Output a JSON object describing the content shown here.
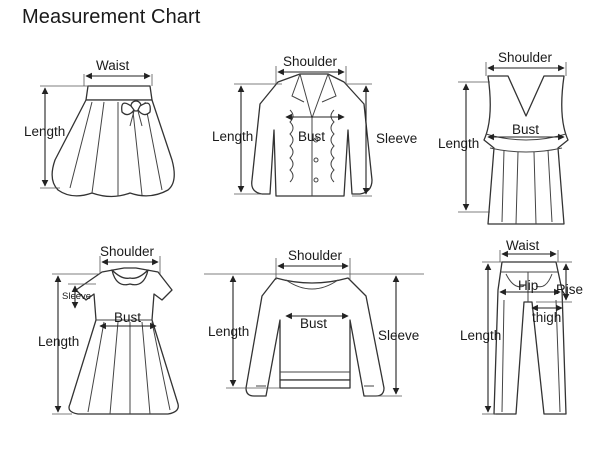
{
  "title": "Measurement Chart",
  "colors": {
    "line": "#333333",
    "text": "#1a1a1a",
    "background": "#ffffff"
  },
  "garments": {
    "skirt": {
      "waist": "Waist",
      "length": "Length"
    },
    "jacket": {
      "shoulder": "Shoulder",
      "length": "Length",
      "bust": "Bust",
      "sleeve": "Sleeve"
    },
    "vest": {
      "shoulder": "Shoulder",
      "length": "Length",
      "bust": "Bust"
    },
    "dress": {
      "shoulder": "Shoulder",
      "sleeve": "Sleeve",
      "length": "Length",
      "bust": "Bust"
    },
    "sweater": {
      "shoulder": "Shoulder",
      "length": "Length",
      "bust": "Bust",
      "sleeve": "Sleeve"
    },
    "pants": {
      "waist": "Waist",
      "hip": "Hip",
      "rise": "Rise",
      "thigh": "thigh",
      "length": "Length"
    }
  }
}
